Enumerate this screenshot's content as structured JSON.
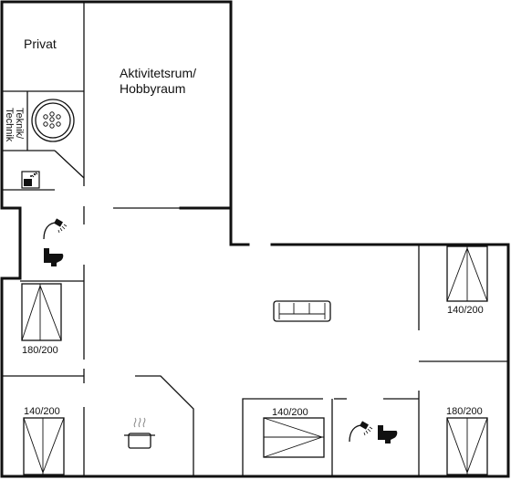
{
  "rooms": {
    "privat": "Privat",
    "activity_line1": "Aktivitetsrum/",
    "activity_line2": "Hobbyraum",
    "technik": "Teknik/\nTechnik"
  },
  "beds": {
    "left_mid": "180/200",
    "bottom_left": "140/200",
    "bottom_mid": "140/200",
    "right_top": "140/200",
    "right_bottom": "180/200"
  },
  "icons": [
    "whirlpool-icon",
    "washer-dryer-icon",
    "shower-icon",
    "toilet-icon",
    "sofa-icon",
    "cooking-pot-icon",
    "bed-icon"
  ]
}
